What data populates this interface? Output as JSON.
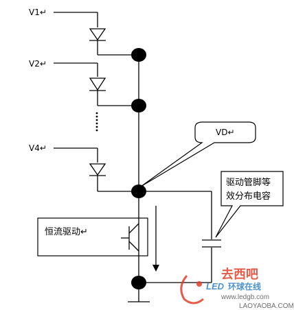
{
  "labels": {
    "v1": "V1↵",
    "v2": "V2↵",
    "v4": "V4↵",
    "vd": "VD↵",
    "constant_current": "恒流驱动↵",
    "callout_line1": "驱动管脚等",
    "callout_line2": "效分布电容"
  },
  "watermark": {
    "brand1": "去西吧",
    "brand2": "LED",
    "brand3": "环球在线",
    "sub1": "www.ledgb.com",
    "sub2": "LAOYAOBA.COM"
  },
  "colors": {
    "line": "#000000",
    "node": "#000000",
    "watermark_red": "#e0402a",
    "watermark_blue": "#2f7fc8"
  }
}
